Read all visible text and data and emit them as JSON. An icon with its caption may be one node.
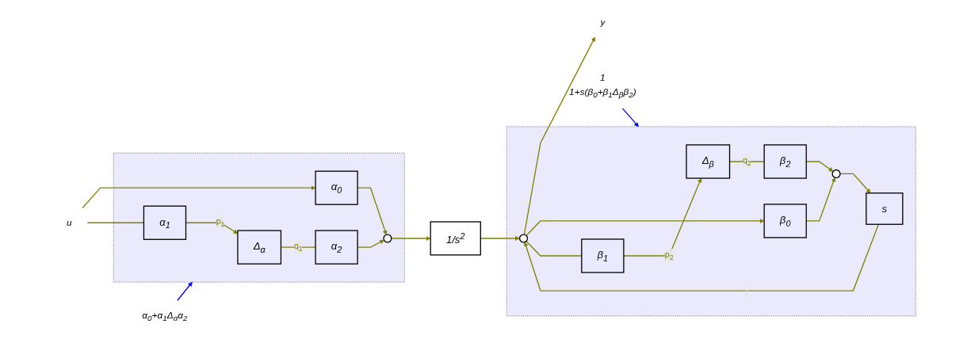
{
  "diagram": {
    "nodes": [
      {
        "text": [],
        "shape": "box"
      },
      {
        "text": [
          "Δ$_{α}$"
        ],
        "in": 0
      },
      {
        "text": [
          "α$_{1}$"
        ],
        "in": 0
      },
      {
        "text": [
          "α$_{2}$"
        ],
        "in": 0
      },
      {
        "text": [
          "α$_{0}$"
        ],
        "in": 0
      },
      {
        "text": [],
        "shape": "circle",
        "in": 0
      },
      {
        "text": [
          "α$_{0}$+α$_{1}$Δ$_{α}$α$_{2}$"
        ]
      },
      {
        "text": [
          "1",
          "1+s(β$_{0}$+β$_{1}$Δ$_{β}$β$_{2}$)"
        ]
      },
      {
        "text": [],
        "shape": "box"
      },
      {
        "text": [
          "Δ$_{β}$"
        ],
        "in": 8
      },
      {
        "text": [
          "β$_{2}$"
        ],
        "in": 8
      },
      {
        "text": [
          "β$_{1}$"
        ],
        "in": 8
      },
      {
        "text": [
          "s"
        ],
        "in": 8
      },
      {
        "text": [],
        "shape": "circle",
        "in": 8
      },
      {
        "text": [
          "β$_{0}$"
        ],
        "in": 8
      },
      {
        "text": [],
        "shape": "circle",
        "in": 8
      },
      {
        "text": [
          "u"
        ]
      },
      {
        "text": [
          "1/s$^{2}$"
        ]
      },
      {
        "text": [
          "y"
        ]
      }
    ],
    "edges": [
      {
        "from": 16,
        "to": 4,
        "arrow": "to"
      },
      {
        "from": 16,
        "to": 2,
        "arrow": "none"
      },
      {
        "from": 2,
        "to": 1,
        "arrow": "to",
        "label": "p$_{1}$"
      },
      {
        "from": 1,
        "to": 3,
        "arrow": "none",
        "label": "q$_{1}$"
      },
      {
        "from": 3,
        "to": 5,
        "arrow": "to"
      },
      {
        "from": 4,
        "to": 5,
        "arrow": "to"
      },
      {
        "from": 5,
        "to": 17,
        "arrow": "to"
      },
      {
        "from": 17,
        "to": 15,
        "arrow": "to"
      },
      {
        "from": 15,
        "to": 18,
        "arrow": "to"
      },
      {
        "from": 15,
        "to": 14,
        "arrow": "to"
      },
      {
        "from": 15,
        "to": 11,
        "arrow": "none"
      },
      {
        "from": 11,
        "to": 9,
        "arrow": "to",
        "label": "p$_{2}$"
      },
      {
        "from": 9,
        "to": 10,
        "arrow": "none",
        "label": "q$_{2}$"
      },
      {
        "from": 10,
        "to": 13,
        "arrow": "to"
      },
      {
        "from": 14,
        "to": 13,
        "arrow": "to"
      },
      {
        "from": 13,
        "to": 12,
        "arrow": "to"
      },
      {
        "from": 12,
        "to": 15,
        "arrow": "to",
        "label": "-"
      },
      {
        "from": 6,
        "to": 0,
        "arrow": "to",
        "color": "#0000ff"
      },
      {
        "from": 7,
        "to": 8,
        "arrow": "to",
        "color": "#0000ff"
      }
    ]
  }
}
